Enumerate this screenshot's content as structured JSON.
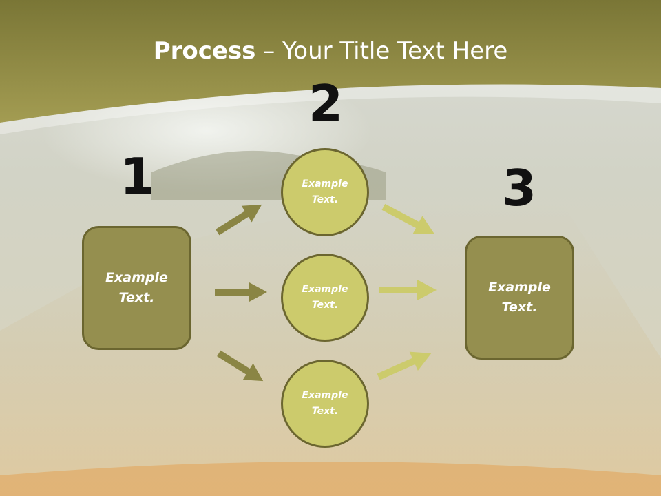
{
  "title": {
    "bold": "Process",
    "rest": " – Your Title Text Here"
  },
  "numbers": [
    "1",
    "2",
    "3"
  ],
  "box_left": {
    "text": "Example\nText."
  },
  "box_right": {
    "text": "Example\nText."
  },
  "circles": [
    {
      "text": "Example\nText."
    },
    {
      "text": "Example\nText."
    },
    {
      "text": "Example\nText."
    }
  ],
  "colors": {
    "band": "#958f4f",
    "box": "#958f4f",
    "circle": "#cccb6c",
    "border": "#6b6630",
    "arrow_dark": "#8a8544",
    "arrow_light": "#cccb6c"
  }
}
